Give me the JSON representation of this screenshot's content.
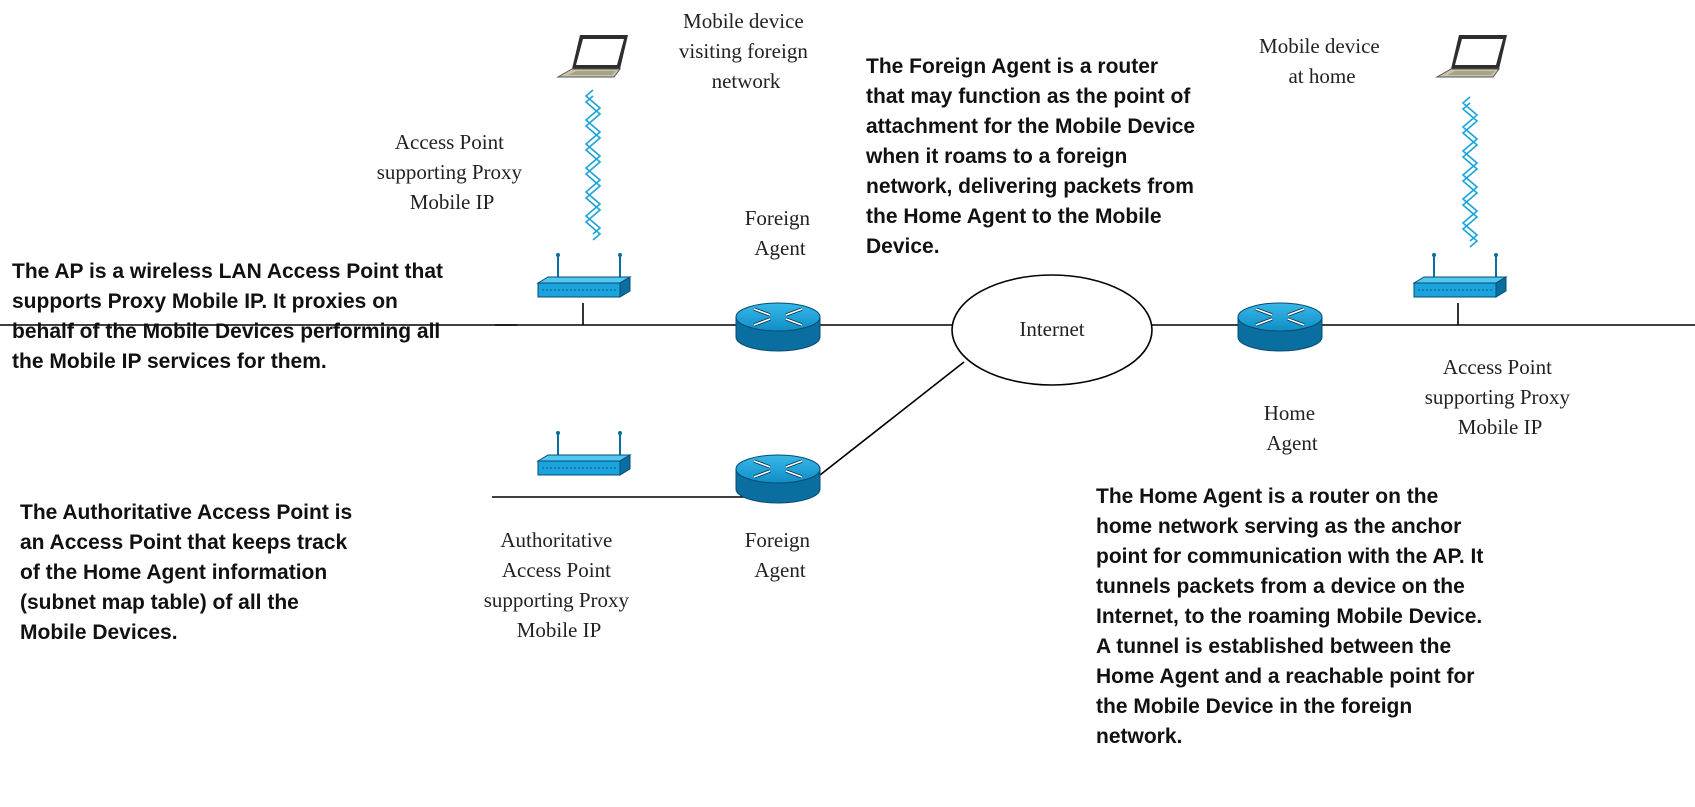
{
  "labels": {
    "mobile_foreign": [
      "Mobile device",
      "visiting foreign",
      "network"
    ],
    "mobile_home": [
      "Mobile device",
      "at home"
    ],
    "ap_left": [
      "Access Point",
      "supporting Proxy",
      "Mobile IP"
    ],
    "ap_right": [
      "Access Point",
      "supporting Proxy",
      "Mobile IP"
    ],
    "foreign_agent_top": [
      "Foreign",
      "Agent"
    ],
    "foreign_agent_bottom": [
      "Foreign",
      "Agent"
    ],
    "home_agent": [
      "Home",
      "Agent"
    ],
    "internet": "Internet",
    "auth_ap": [
      "Authoritative",
      "Access Point",
      "supporting Proxy",
      "Mobile IP"
    ]
  },
  "descriptions": {
    "foreign_agent": [
      "The Foreign Agent is a router",
      "that may  function as the point of",
      "attachment for the Mobile Device",
      "when it roams to a foreign",
      "network, delivering packets from",
      "the Home Agent to the Mobile",
      "Device."
    ],
    "ap": [
      "The AP is a wireless LAN Access Point that",
      "supports Proxy Mobile IP.  It proxies on",
      "behalf of the Mobile Devices performing all",
      "the Mobile IP services for them."
    ],
    "auth_ap": [
      "The Authoritative Access Point is",
      "an Access Point that keeps track",
      "of the Home Agent information",
      "(subnet map table) of all the",
      "Mobile Devices."
    ],
    "home_agent": [
      "The Home Agent is a router on the",
      "home network serving as the anchor",
      "point for communication with the AP. It",
      "tunnels packets from a device on the",
      "Internet, to the roaming Mobile Device.",
      "A tunnel is established between the",
      "Home Agent and a reachable point for",
      "the Mobile Device in the foreign",
      "network."
    ]
  },
  "colors": {
    "device_blue": "#1aa3dd",
    "device_dark": "#0a6fa0",
    "laptop_body": "#c9c6a8",
    "wireless": "#1aa3dd"
  }
}
